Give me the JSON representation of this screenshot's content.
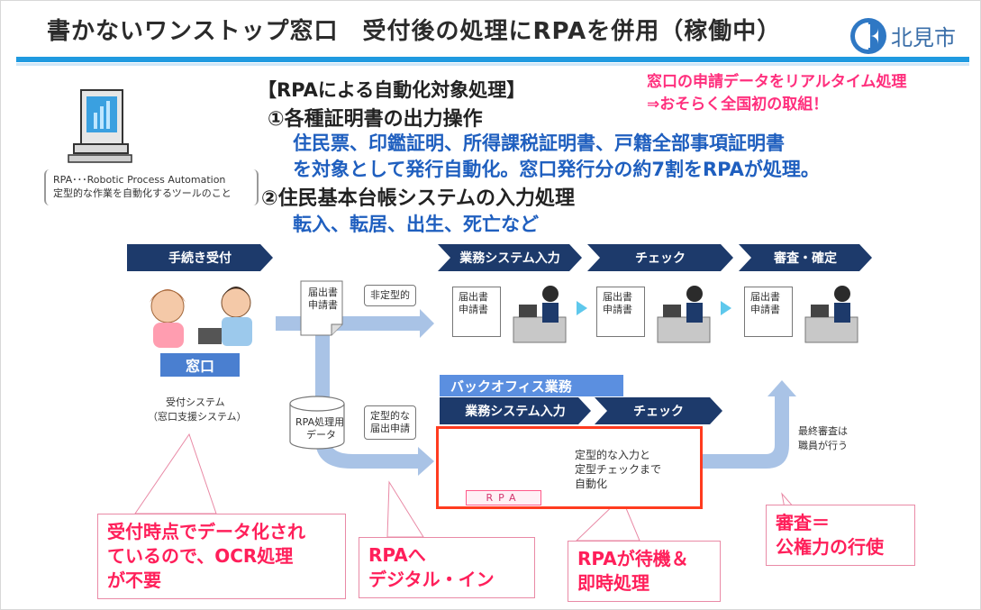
{
  "header": {
    "title": "書かないワンストップ窓口　受付後の処理にRPAを併用（稼働中）",
    "logo_text": "北見市"
  },
  "rpa_definition": {
    "line1": "RPA･･･Robotic Process Automation",
    "line2": "定型的な作業を自動化するツールのこと"
  },
  "targets": {
    "heading": "【RPAによる自動化対象処理】",
    "item1_title": "①各種証明書の出力操作",
    "item1_line1": "住民票、印鑑証明、所得課税証明書、戸籍全部事項証明書",
    "item1_line2": "を対象として発行自動化。窓口発行分の約7割をRPAが処理。",
    "item2_title": "②住民基本台帳システムの入力処理",
    "item2_line1": "転入、転居、出生、死亡など"
  },
  "note": {
    "line1": "窓口の申請データをリアルタイム処理",
    "line2": "⇒おそらく全国初の取組！"
  },
  "flow": {
    "reception_chevron": "手続き受付",
    "top_chevrons": [
      "業務システム入力",
      "チェック",
      "審査・確定"
    ],
    "madoguchi": "窓口",
    "reception_system_line1": "受付システム",
    "reception_system_line2": "（窓口支援システム）",
    "doc_label_line1": "届出書",
    "doc_label_line2": "申請書",
    "non_standard": "非定型的",
    "standard_line1": "定型的な",
    "standard_line2": "届出申請",
    "db_line1": "RPA処理用",
    "db_line2": "データ",
    "back_office": "バックオフィス業務",
    "bottom_chevrons": [
      "業務システム入力",
      "チェック"
    ],
    "rpa_desc_line1": "定型的な入力と",
    "rpa_desc_line2": "定型チェックまで",
    "rpa_desc_line3": "自動化",
    "rpa_badge": "RPA",
    "final_review_line1": "最終審査は",
    "final_review_line2": "職員が行う"
  },
  "callouts": {
    "c1_line1": "受付時点でデータ化され",
    "c1_line2": "ているので、OCR処理",
    "c1_line3": "が不要",
    "c2_line1": "RPAへ",
    "c2_line2": "デジタル・イン",
    "c3_line1": "RPAが待機＆",
    "c3_line2": "即時処理",
    "c4_line1": "審査＝",
    "c4_line2": "公権力の行使"
  },
  "colors": {
    "chevron": "#1d3a6b",
    "accent_blue": "#1f5fbf",
    "pink": "#ff1f5a",
    "rule": "#1f9ae0",
    "arrow": "#a9c3e6"
  }
}
